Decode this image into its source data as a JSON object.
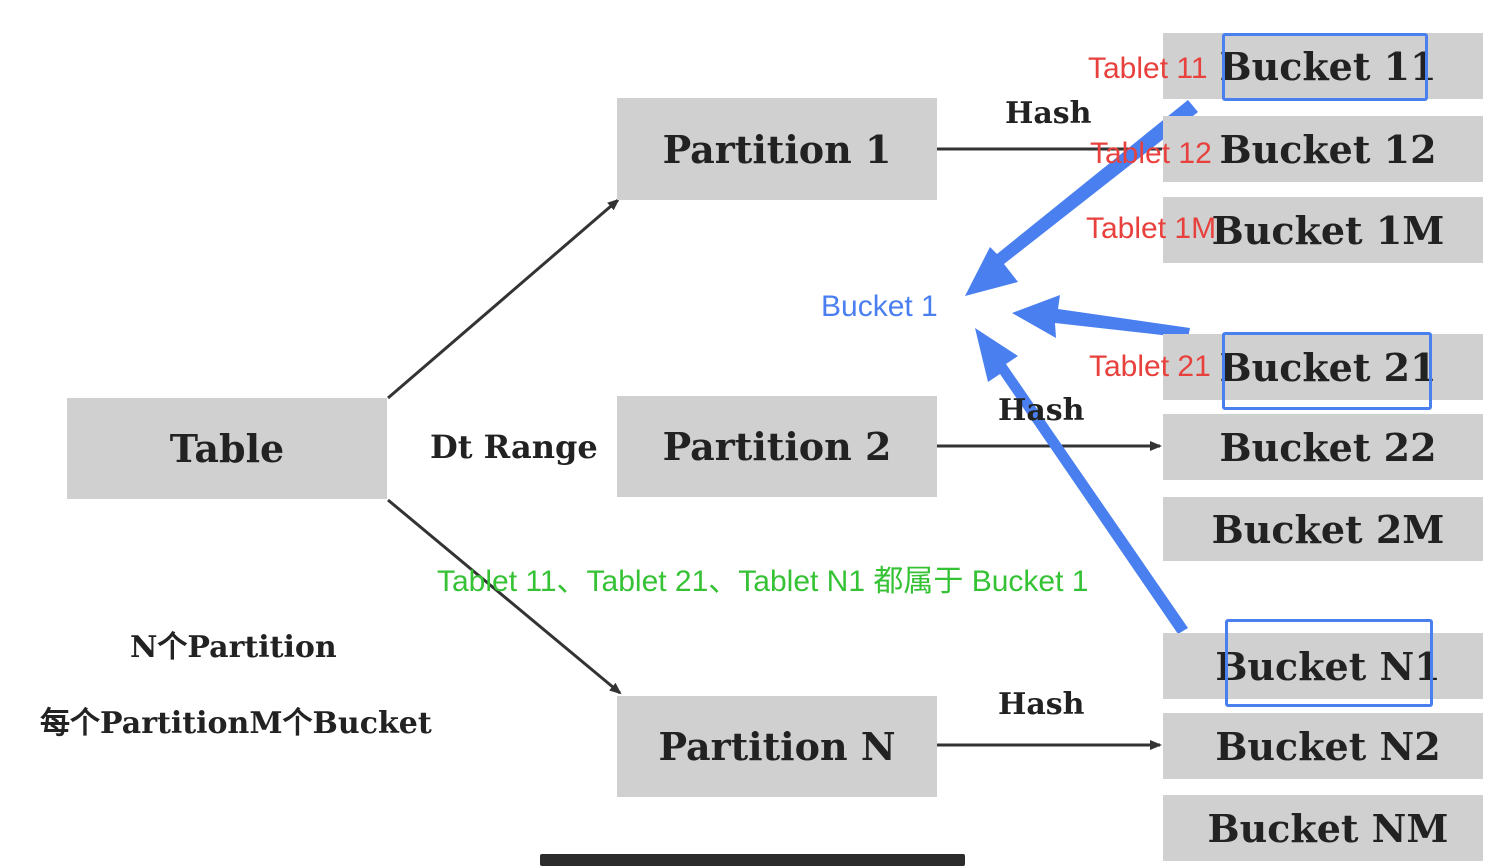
{
  "nodes": {
    "table": "Table",
    "partition_1": "Partition 1",
    "partition_2": "Partition 2",
    "partition_n": "Partition N"
  },
  "buckets": {
    "b11": "Bucket 11",
    "b12": "Bucket 12",
    "b1m": "Bucket 1M",
    "b21": "Bucket 21",
    "b22": "Bucket 22",
    "b2m": "Bucket 2M",
    "bn1": "Bucket N1",
    "bn2": "Bucket N2",
    "bnm": "Bucket NM"
  },
  "edge_labels": {
    "dt_range": "Dt Range",
    "hash_1": "Hash",
    "hash_2": "Hash",
    "hash_n": "Hash"
  },
  "tablets": {
    "t11": "Tablet 11",
    "t12": "Tablet 12",
    "t1m": "Tablet 1M",
    "t21": "Tablet 21"
  },
  "annotations": {
    "bucket_1": "Bucket 1",
    "summary": "Tablet 11、Tablet 21、Tablet N1 都属于 Bucket 1",
    "n_partitions": "N个Partition",
    "m_buckets": "每个PartitionM个Bucket"
  },
  "colors": {
    "box_fill": "#d0d0d0",
    "tablet_red": "#e8413d",
    "bucket_blue": "#4a7ff0",
    "summary_green": "#35c235",
    "arrow_dark": "#333333"
  }
}
